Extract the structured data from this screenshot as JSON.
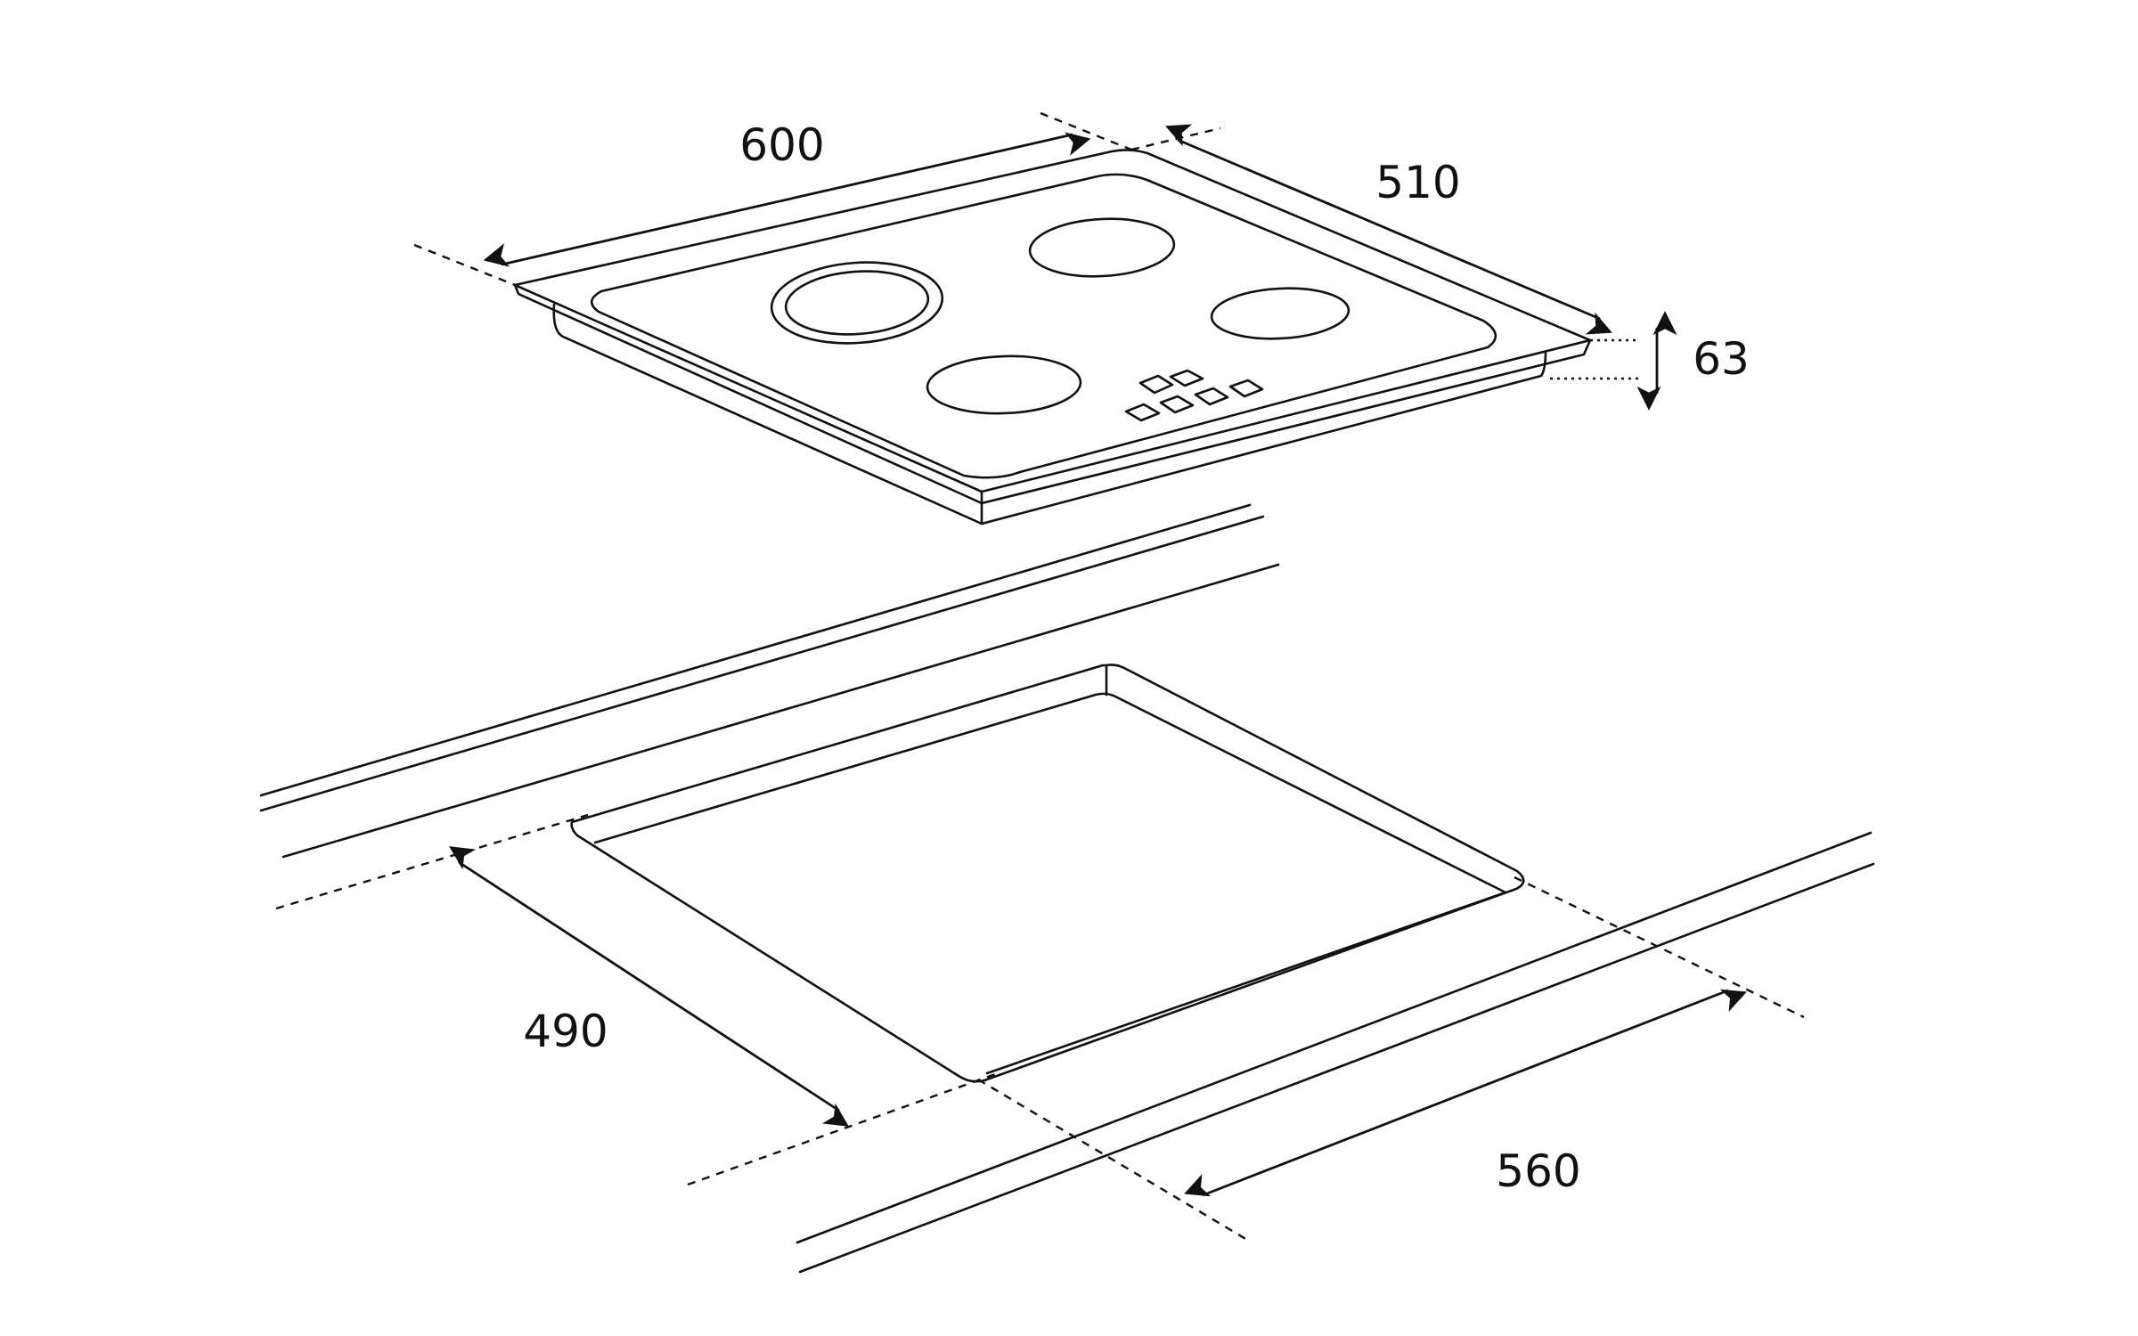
{
  "dimensions": {
    "hob_width": "600",
    "hob_depth": "510",
    "hob_height": "63",
    "cutout_depth": "490",
    "cutout_width": "560"
  },
  "colors": {
    "line": "#111111",
    "background": "#ffffff"
  }
}
